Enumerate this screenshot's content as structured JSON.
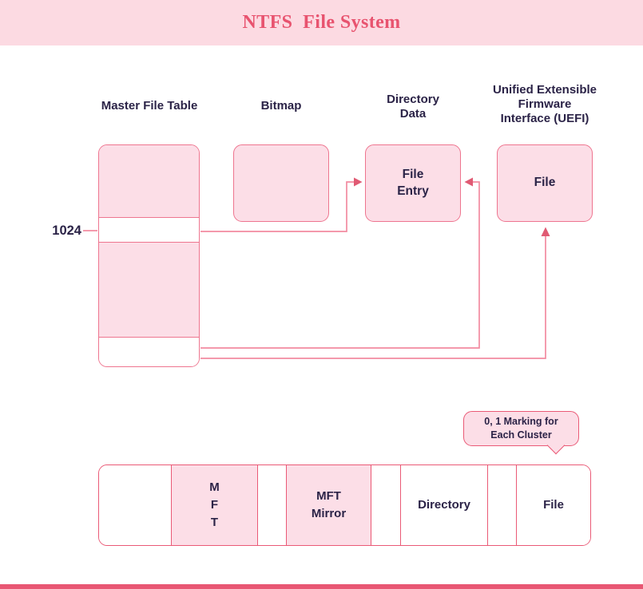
{
  "title": "NTFS  File System",
  "column_labels": {
    "master_file_table": "Master File Table",
    "bitmap": "Bitmap",
    "directory_data": "Directory\nData",
    "uefi": "Unified Extensible\nFirmware\nInterface (UEFI)"
  },
  "mft_table": {
    "record_marker": "1024"
  },
  "boxes": {
    "file_entry": "File\nEntry",
    "uefi_file": "File"
  },
  "callout": {
    "text": "0, 1 Marking for\nEach Cluster"
  },
  "disk_bar": {
    "cells": [
      {
        "label": "",
        "filled": false
      },
      {
        "label": "M\nF\nT",
        "filled": true
      },
      {
        "label": "",
        "filled": false
      },
      {
        "label": "MFT\nMirror",
        "filled": true
      },
      {
        "label": "",
        "filled": false
      },
      {
        "label": "Directory",
        "filled": false
      },
      {
        "label": "",
        "filled": false
      },
      {
        "label": "File",
        "filled": false
      }
    ]
  },
  "colors": {
    "header_bg": "#fcdae2",
    "title_text": "#e8536f",
    "box_fill": "#fcdee7",
    "box_border": "#ee758f",
    "bar_border": "#ea5a76",
    "connector_line": "#f28ba1",
    "arrowhead": "#e05a73",
    "dark_text": "#2b2347",
    "bottom_strip": "#e85673"
  }
}
